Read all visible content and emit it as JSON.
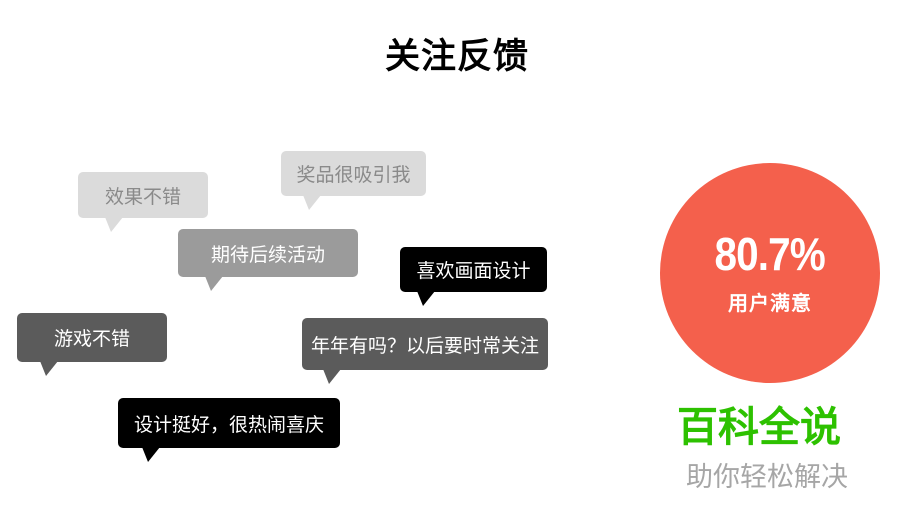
{
  "slide": {
    "title": "关注反馈"
  },
  "feedback_bubbles": [
    {
      "text": "效果不错",
      "tone": "light-gray",
      "bg": "#DBDBDB",
      "text_color": "#8A8A8A"
    },
    {
      "text": "奖品很吸引我",
      "tone": "light-gray",
      "bg": "#DBDBDB",
      "text_color": "#8A8A8A"
    },
    {
      "text": "期待后续活动",
      "tone": "medium-gray",
      "bg": "#9B9B9B",
      "text_color": "#FFFFFF"
    },
    {
      "text": "喜欢画面设计",
      "tone": "black",
      "bg": "#000000",
      "text_color": "#FFFFFF"
    },
    {
      "text": "游戏不错",
      "tone": "dark-gray",
      "bg": "#5B5B5B",
      "text_color": "#FFFFFF"
    },
    {
      "text": "年年有吗？以后要时常关注",
      "tone": "dark-gray",
      "bg": "#5B5B5B",
      "text_color": "#FFFFFF"
    },
    {
      "text": "设计挺好，很热闹喜庆",
      "tone": "black",
      "bg": "#000000",
      "text_color": "#FFFFFF"
    }
  ],
  "satisfaction": {
    "percentage": "80.7%",
    "caption": "用户满意",
    "circle_color": "#F4604C",
    "text_color": "#FFFFFF"
  },
  "brand": {
    "name": "百科全说",
    "tagline": "助你轻松解决",
    "name_color": "#2DC100",
    "tagline_color": "#A6A6A6"
  }
}
